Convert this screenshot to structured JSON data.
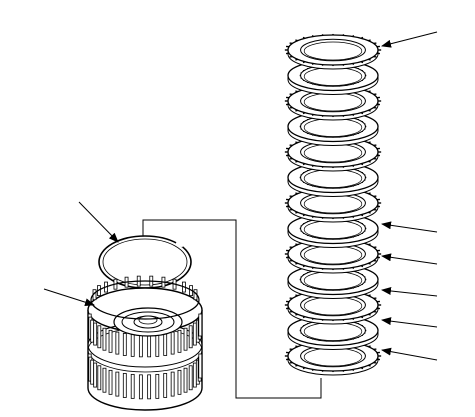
{
  "diagram": {
    "type": "exploded-view technical illustration",
    "line_color": "#000000",
    "background_color": "#ffffff",
    "components": [
      {
        "name": "clutch-plate-stack",
        "plate_count": 13
      },
      {
        "name": "snap-ring"
      },
      {
        "name": "clutch-drum-hub"
      }
    ],
    "callouts": {
      "count": 8,
      "labels_shown": false
    }
  }
}
